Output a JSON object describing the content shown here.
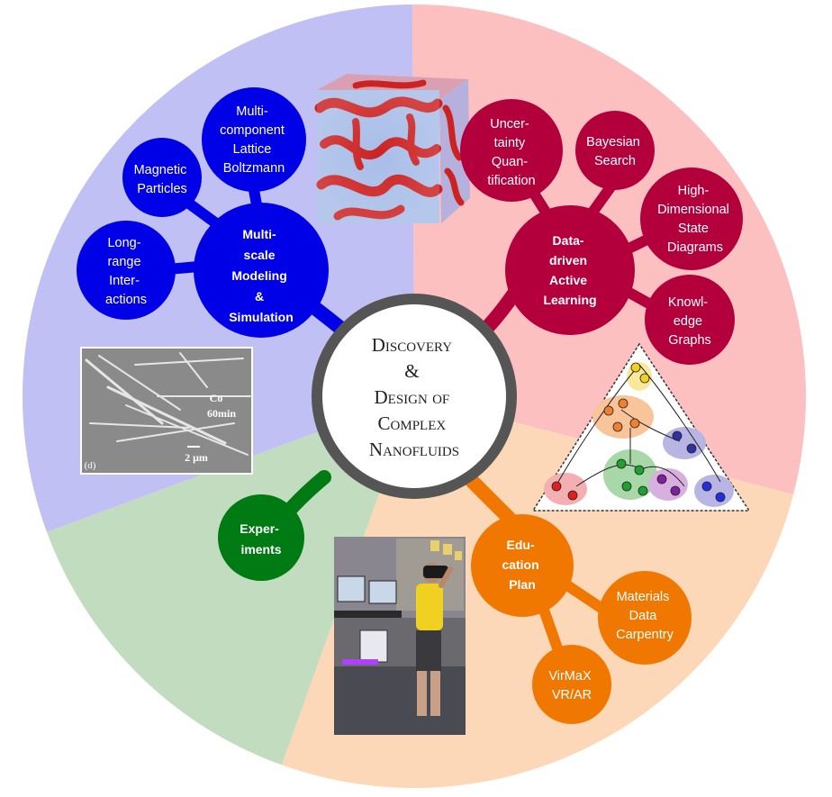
{
  "center": {
    "lines": [
      "Discovery",
      "&",
      "Design of",
      "Complex",
      "Nanofluids"
    ]
  },
  "hubs": {
    "modeling": {
      "lines": [
        "Multi-",
        "scale",
        "Modeling",
        "&",
        "Simulation"
      ]
    },
    "learning": {
      "lines": [
        "Data-",
        "driven",
        "Active",
        "Learning"
      ]
    },
    "experiments": {
      "lines": [
        "Exper-",
        "iments"
      ]
    },
    "education": {
      "lines": [
        "Edu-",
        "cation",
        "Plan"
      ]
    }
  },
  "bubbles": {
    "lattice": [
      "Multi-",
      "component",
      "Lattice",
      "Boltzmann"
    ],
    "magnetic": [
      "Magnetic",
      "Particles"
    ],
    "longrange": [
      "Long-",
      "range",
      "Inter-",
      "actions"
    ],
    "uncertainty": [
      "Uncer-",
      "tainty",
      "Quan-",
      "tification"
    ],
    "bayesian": [
      "Bayesian",
      "Search"
    ],
    "highdim": [
      "High-",
      "Dimensional",
      "State",
      "Diagrams"
    ],
    "knowledge": [
      "Knowl-",
      "edge",
      "Graphs"
    ],
    "carpentry": [
      "Materials",
      "Data",
      "Carpentry"
    ],
    "virmax": [
      "VirMaX",
      "VR/AR"
    ]
  },
  "micrograph": {
    "label_co": "Co",
    "label_time": "60min",
    "label_scale": "2 μm",
    "label_panel": "(d)"
  },
  "colors": {
    "modeling": "#0000e6",
    "learning": "#b3003c",
    "experiments": "#007a12",
    "education": "#f07800",
    "sector_modeling": "#c0c0f4",
    "sector_learning": "#fcc0c0",
    "sector_experiments": "#c2dcc0",
    "sector_education": "#fcd8b8",
    "center_ring": "#555555"
  }
}
